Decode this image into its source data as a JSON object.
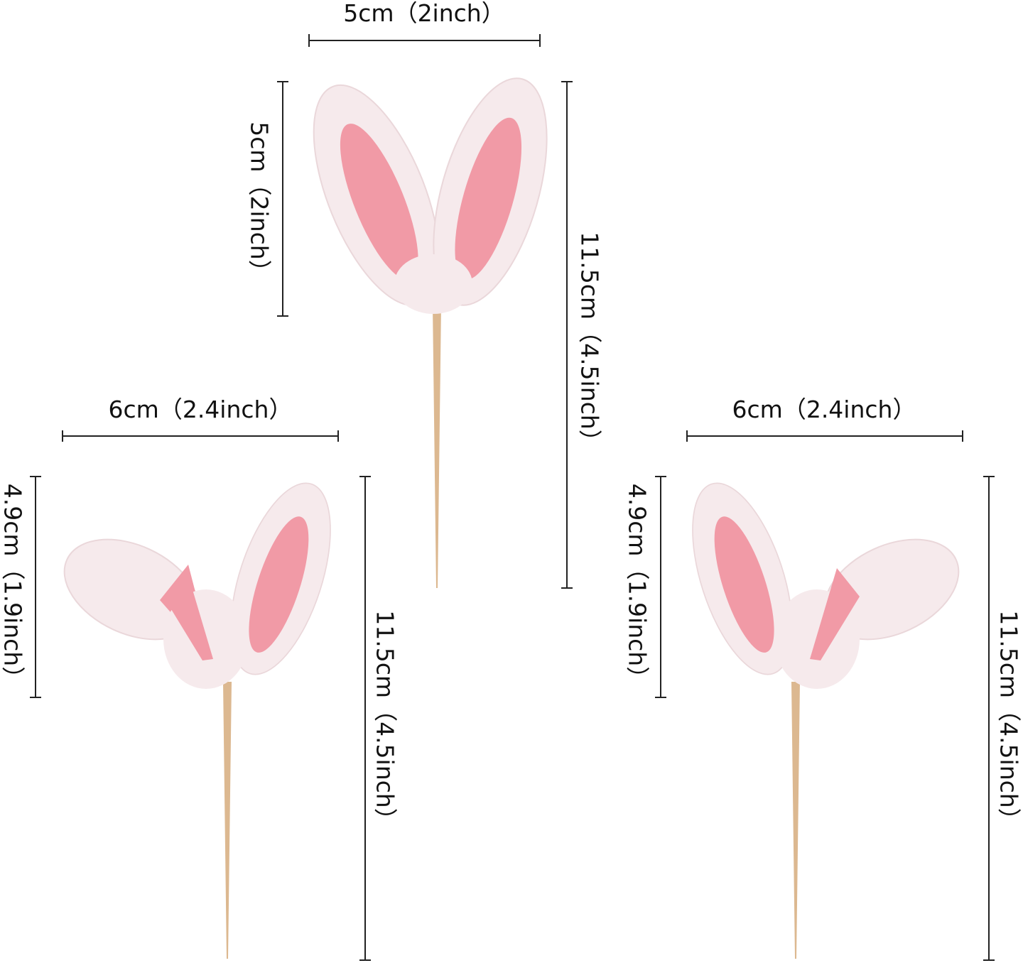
{
  "colors": {
    "ear_outer": "#f6eaec",
    "ear_inner": "#f19aa6",
    "stick": "#dcb890",
    "dimension_line": "#222222"
  },
  "top_topper": {
    "width_label": "5cm（2inch）",
    "ear_height_label": "5cm（2inch）",
    "total_height_label": "11.5cm（4.5inch）"
  },
  "left_topper": {
    "width_label": "6cm（2.4inch）",
    "ear_height_label": "4.9cm（1.9inch）",
    "total_height_label": "11.5cm（4.5inch）"
  },
  "right_topper": {
    "width_label": "6cm（2.4inch）",
    "ear_height_label": "4.9cm（1.9inch）",
    "total_height_label": "11.5cm（4.5inch）"
  }
}
